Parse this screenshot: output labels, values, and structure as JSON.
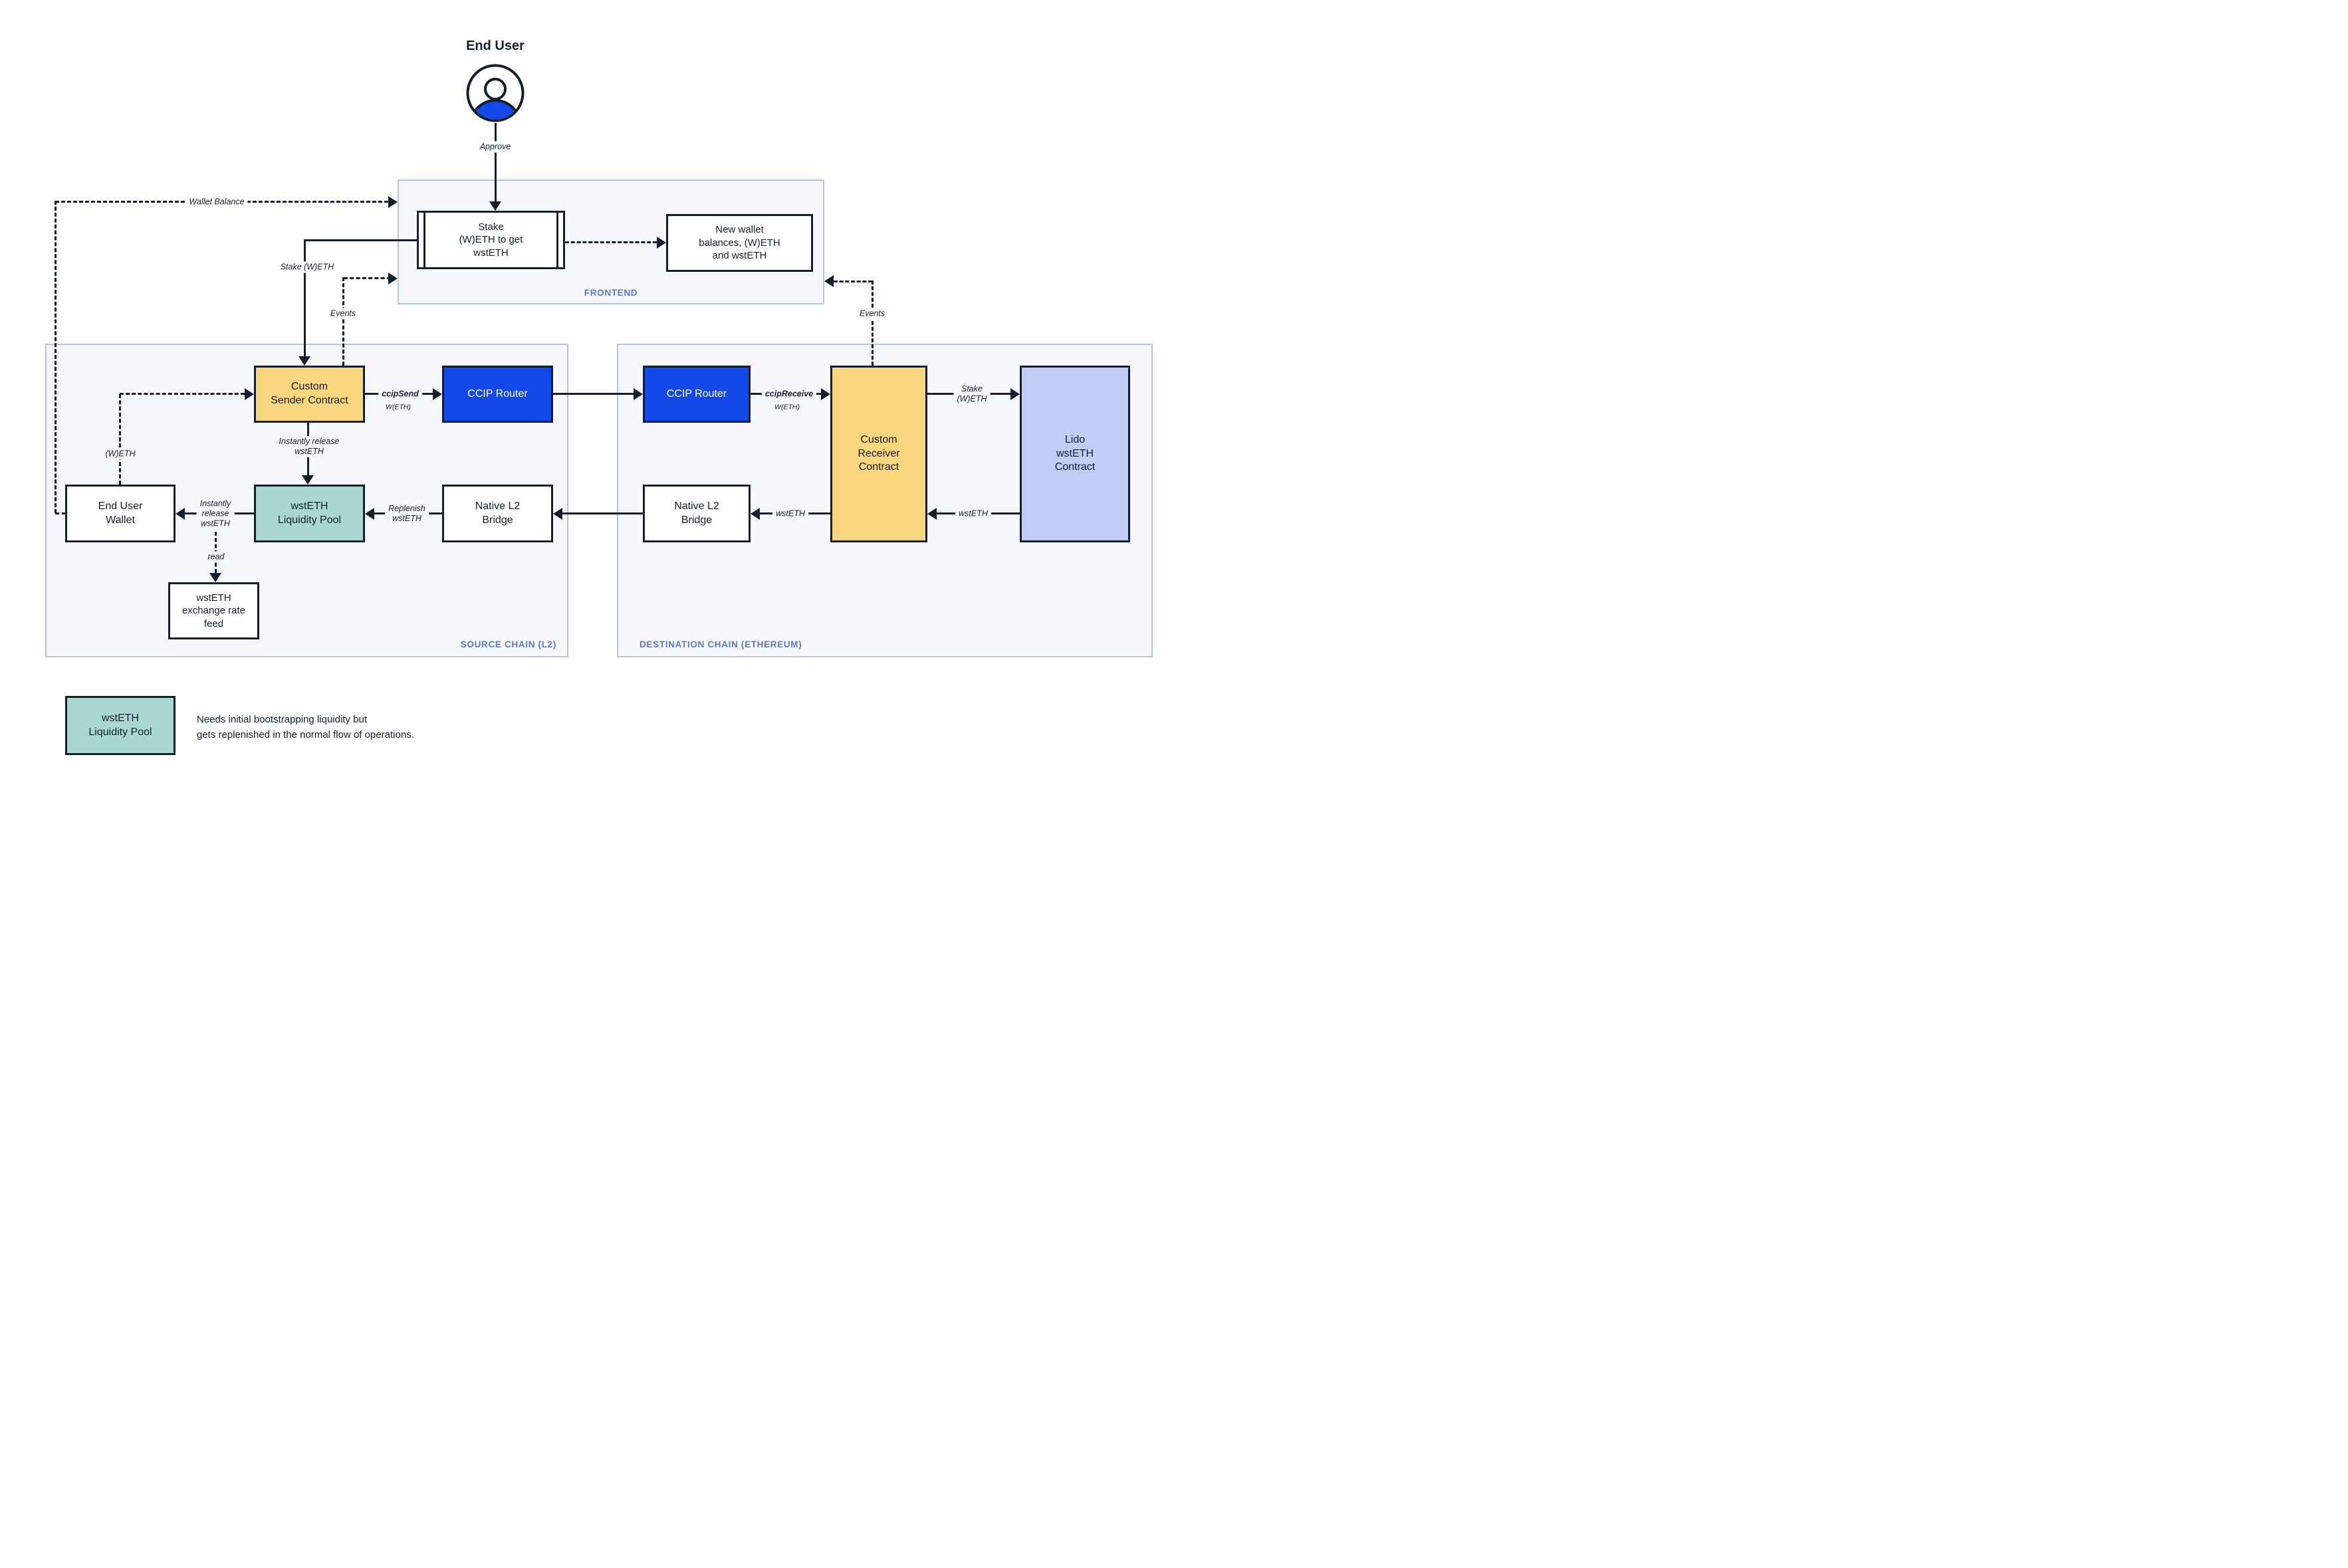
{
  "colors": {
    "ink": "#141E2E",
    "accent_blue": "#1349E8",
    "node_yellow": "#FAD77F",
    "node_teal": "#A9D8D1",
    "node_lavender": "#C2CDF5",
    "panel_bg": "#F6F8FD",
    "panel_border": "#B7C3EF",
    "label_blue": "#5C77CD"
  },
  "end_user": {
    "title": "End User",
    "approve": "Approve"
  },
  "frontend": {
    "label": "FRONTEND",
    "stake_box": "Stake\n(W)ETH to get\nwstETH",
    "new_wallet_box": "New wallet\nbalances, (W)ETH\nand wstETH"
  },
  "source_chain": {
    "label": "SOURCE CHAIN (L2)",
    "nodes": {
      "custom_sender": "Custom\nSender Contract",
      "ccip_router": "CCIP Router",
      "end_user_wallet": "End User\nWallet",
      "liquidity_pool": "wstETH\nLiquidity Pool",
      "native_bridge": "Native L2\nBridge",
      "rate_feed": "wstETH\nexchange rate\nfeed"
    }
  },
  "destination_chain": {
    "label": "DESTINATION CHAIN (ETHEREUM)",
    "nodes": {
      "ccip_router": "CCIP Router",
      "custom_receiver": "Custom\nReceiver\nContract",
      "native_bridge": "Native L2\nBridge",
      "lido": "Lido\nwstETH\nContract"
    }
  },
  "edge_labels": {
    "approve": "Approve",
    "wallet_balance": "Wallet Balance",
    "stake_weth": "Stake (W)ETH",
    "events_left": "Events",
    "events_right": "Events",
    "ccip_send": "ccipSend",
    "ccip_send_token": "W(ETH)",
    "ccip_receive": "ccipReceive",
    "ccip_receive_token": "W(ETH)",
    "stake_weth_right": "Stake\n(W)ETH",
    "weth": "(W)ETH",
    "wsteth_from_lido": "wstETH",
    "wsteth_from_receiver": "wstETH",
    "replenish": "Replenish\nwstETH",
    "instant_release_vertical": "Instantly release\nwstETH",
    "instant_release_horizontal": "Instantly\nrelease\nwstETH",
    "read": "read"
  },
  "legend": {
    "box_label": "wstETH\nLiquidity Pool",
    "description": "Needs initial bootstrapping liquidity but\ngets replenished in the normal flow of operations."
  }
}
